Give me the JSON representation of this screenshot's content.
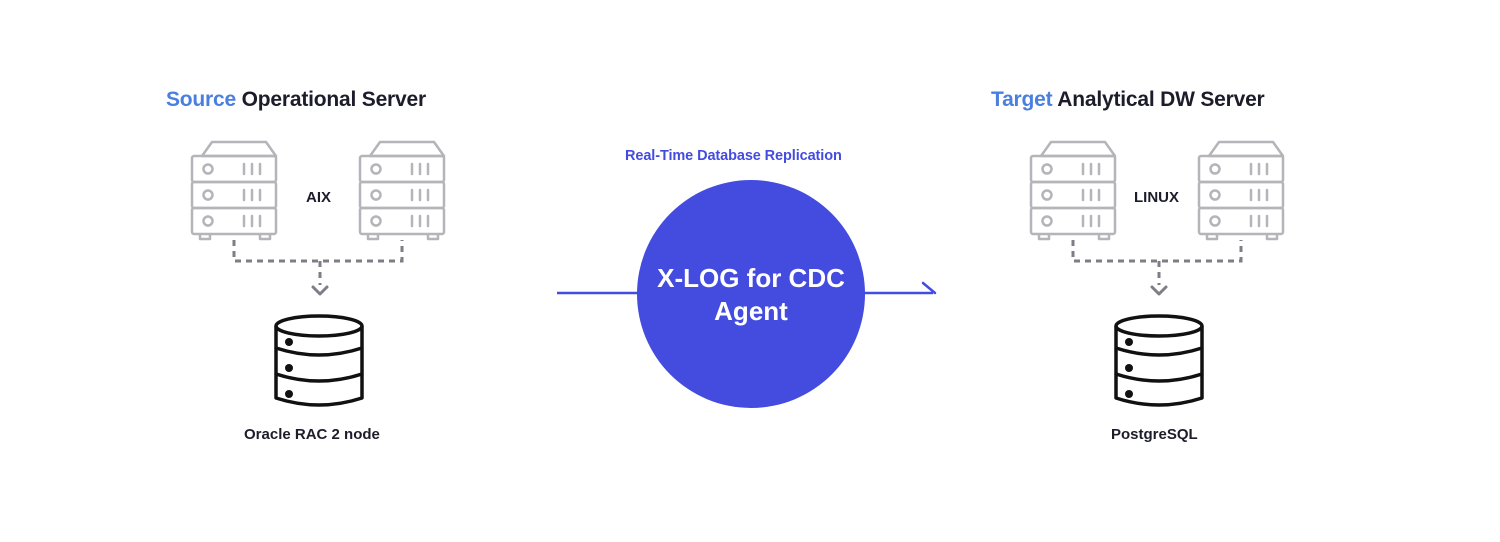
{
  "colors": {
    "accent_blue": "#4a7fe0",
    "circle": "#444ce0",
    "flow_line": "#444ce0",
    "server_gray": "#b4b4b9",
    "connector_gray": "#7e7e86",
    "text_dark": "#1c1c2b"
  },
  "source": {
    "heading_accent": "Source",
    "heading_rest": " Operational Server",
    "os_label": "AIX",
    "database_label": "Oracle RAC 2 node",
    "icons": [
      "server-rack-icon",
      "server-rack-icon",
      "database-icon"
    ]
  },
  "center": {
    "subtitle": "Real-Time Database Replication",
    "circle_line1": "X-LOG for CDC",
    "circle_line2": "Agent",
    "arrow": "right-arrow-icon"
  },
  "target": {
    "heading_accent": "Target",
    "heading_rest": " Analytical DW Server",
    "os_label": "LINUX",
    "database_label": "PostgreSQL",
    "icons": [
      "server-rack-icon",
      "server-rack-icon",
      "database-icon"
    ]
  }
}
